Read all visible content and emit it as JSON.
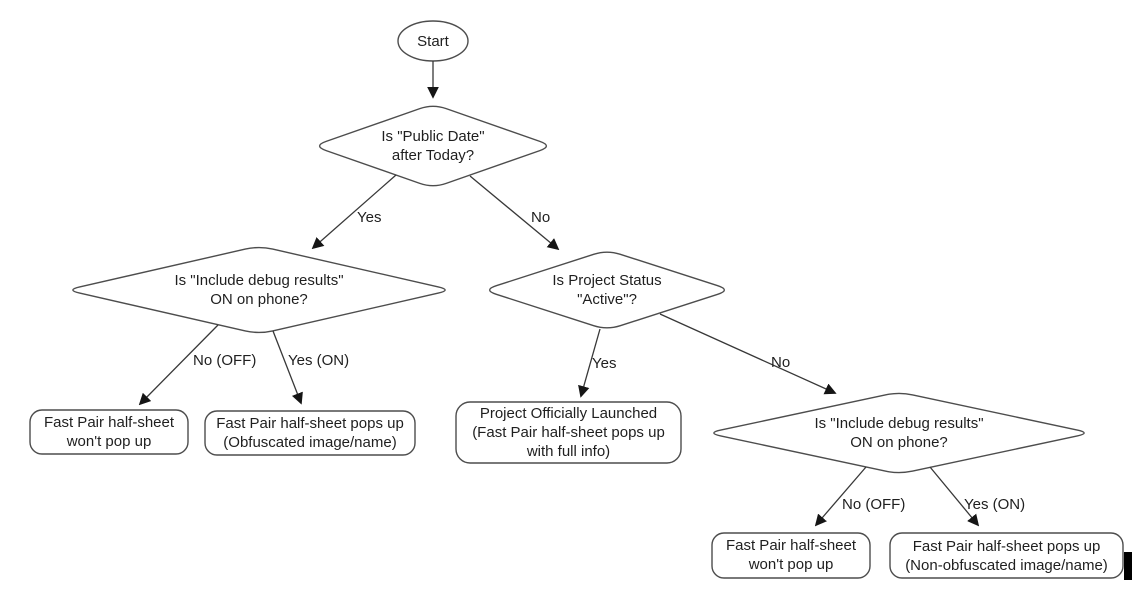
{
  "diagram": {
    "start": {
      "label": "Start"
    },
    "nodes": {
      "public_date": {
        "text": "Is \"Public Date\"\nafter Today?"
      },
      "debug_left": {
        "text": "Is \"Include debug results\"\nON on phone?"
      },
      "project_status": {
        "text": "Is Project Status\n\"Active\"?"
      },
      "debug_right": {
        "text": "Is \"Include debug results\"\nON on phone?"
      },
      "no_popup_left": {
        "text": "Fast Pair half-sheet\nwon't pop up"
      },
      "obfuscated": {
        "text": "Fast Pair half-sheet pops up\n(Obfuscated image/name)"
      },
      "launched": {
        "text": "Project Officially Launched\n(Fast Pair half-sheet pops up\nwith full info)"
      },
      "no_popup_right": {
        "text": "Fast Pair half-sheet\nwon't pop up"
      },
      "non_obfuscated": {
        "text": "Fast Pair half-sheet pops up\n(Non-obfuscated image/name)"
      }
    },
    "edges": {
      "d1_yes": "Yes",
      "d1_no": "No",
      "d2_no": "No (OFF)",
      "d2_yes": "Yes (ON)",
      "d3_yes": "Yes",
      "d3_no": "No",
      "d4_no": "No (OFF)",
      "d4_yes": "Yes (ON)"
    },
    "colors": {
      "shape_stroke": "#4d4d4d",
      "connector_stroke": "#383838",
      "text": "#1f1f1f",
      "fill": "#ffffff",
      "cursor": "#000000"
    }
  }
}
